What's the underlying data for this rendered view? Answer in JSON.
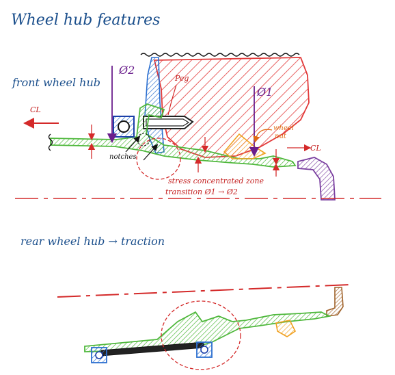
{
  "title": "Wheel hub features",
  "front": {
    "heading": "front wheel hub",
    "cl_left": "CL",
    "phi2": "Ø2",
    "phi1": "Ø1",
    "peg": "Peg",
    "notches": "notches",
    "wheel_nut_line1": "wheel",
    "wheel_nut_line2": "nut",
    "cl_right": "CL",
    "stress_line1": "stress concentrated zone",
    "stress_line2": "transition Ø1 → Ø2"
  },
  "rear": {
    "heading": "rear wheel hub → traction"
  },
  "colors": {
    "blue_ink": "#1b4f8c",
    "red_ink": "#d42a2a",
    "green": "#5cc24a",
    "purple": "#7a3fa0",
    "orange": "#f0a020",
    "brown": "#a0622a"
  }
}
